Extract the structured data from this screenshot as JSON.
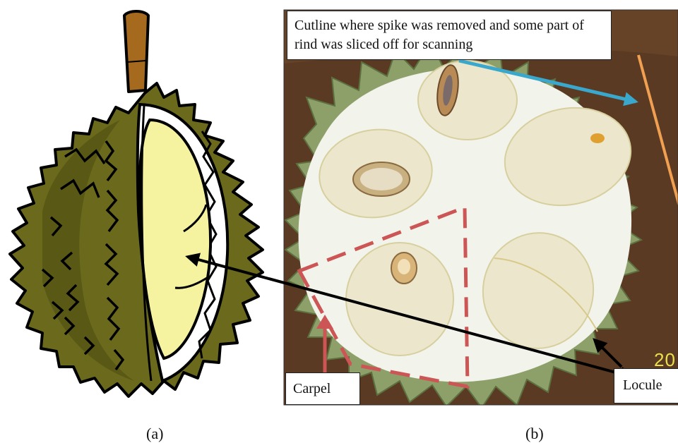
{
  "annotations": {
    "cutline": "Cutline where spike was removed and some part of rind was sliced off for scanning",
    "carpel": "Carpel",
    "locule": "Locule",
    "photo_stamp": "20"
  },
  "panels": {
    "a": "(a)",
    "b": "(b)"
  },
  "colors": {
    "rind": "#6b6a1c",
    "rind_dark": "#4a4a10",
    "flesh": "#f6f3a0",
    "stem": "#a66a1e",
    "photo_background": "#5a3a22",
    "cut_surface": "#f2f4ec",
    "arrow_blue": "#3aa8cc",
    "line_orange": "#f0a050",
    "carpel_box_red": "#cc5555",
    "arrow_black": "#000000"
  },
  "icons": [
    "durian-illustration",
    "durian-cross-section-photo"
  ]
}
